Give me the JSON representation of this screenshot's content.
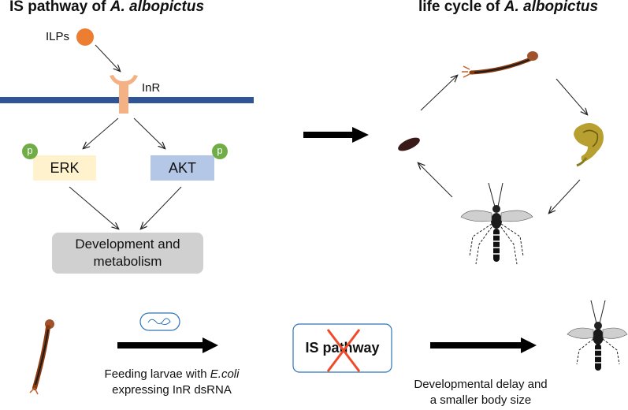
{
  "titles": {
    "left_prefix": "IS pathway of ",
    "left_species": "A. albopictus",
    "right_prefix": "life cycle of ",
    "right_species": "A. albopictus"
  },
  "pathway": {
    "ligand": "ILPs",
    "receptor": "InR",
    "phospho": "p",
    "erk": "ERK",
    "akt": "AKT",
    "outcome_line1": "Development and",
    "outcome_line2": "metabolism"
  },
  "experiment": {
    "feeding_prefix": "Feeding larvae with ",
    "feeding_ecoli": "E.coli",
    "feeding_line2": "expressing InR dsRNA",
    "is_box_label": "IS pathway",
    "result_line1": "Developmental delay and",
    "result_line2": "a smaller body size"
  },
  "colors": {
    "ligand": "#ED7D31",
    "receptor": "#F4B183",
    "membrane": "#2F5597",
    "erk_box": "#FFF2CC",
    "akt_box": "#B4C7E7",
    "outcome_box": "#D0D0D0",
    "phospho": "#70AD47",
    "cross": "#F04A2A",
    "is_box_border": "#2E75B6"
  }
}
